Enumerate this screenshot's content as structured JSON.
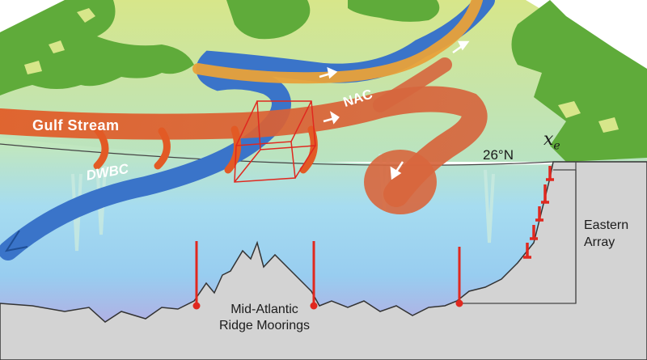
{
  "labels": {
    "gulf_stream": "Gulf Stream",
    "nac": "NAC",
    "dwbc": "DWBC",
    "latitude": "26°N",
    "xe": "x",
    "xe_sub": "e",
    "eastern_array_line1": "Eastern",
    "eastern_array_line2": "Array",
    "moorings_line1": "Mid-Atlantic",
    "moorings_line2": "Ridge Moorings"
  },
  "colors": {
    "land": "#5fab3a",
    "shelf": "#d9e68a",
    "ocean": "#9fd8ee",
    "warm_current": "#d9592e",
    "cold_current": "#3a74c9",
    "recirculation": "#e8a13a",
    "mooring": "#e0281f",
    "seafloor": "#d3d3d3"
  }
}
